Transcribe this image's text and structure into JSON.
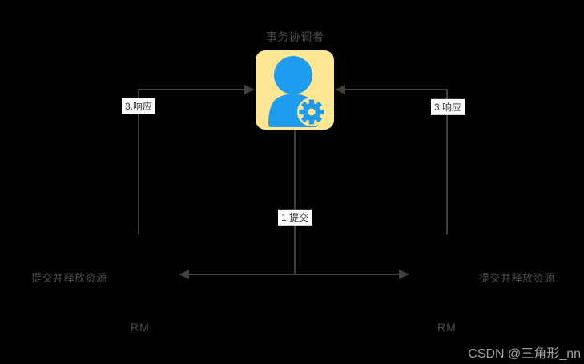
{
  "diagram": {
    "coordinator": {
      "label": "事务协调者",
      "icon": "person-gear-icon"
    },
    "edges": [
      {
        "id": "left-response",
        "label": "3.响应",
        "direction": "rm-left-to-coordinator"
      },
      {
        "id": "right-response",
        "label": "3.响应",
        "direction": "rm-right-to-coordinator"
      },
      {
        "id": "commit",
        "label": "1.提交",
        "direction": "coordinator-to-rms"
      },
      {
        "id": "fanout",
        "label": "",
        "direction": "both-rms"
      }
    ],
    "participants": [
      {
        "id": "rm-left",
        "name": "RM",
        "action": "提交并释放资源"
      },
      {
        "id": "rm-right",
        "name": "RM",
        "action": "提交并释放资源"
      }
    ],
    "watermark": "CSDN @三角形_nn",
    "colors": {
      "background": "#000000",
      "line": "#404040",
      "label_bg": "#ffffff",
      "label_text": "#333333",
      "muted_text": "#4d4d4d",
      "watermark": "#9e9e9e",
      "box_fill": "#ffe692",
      "icon_blue": "#1e9cef"
    }
  }
}
